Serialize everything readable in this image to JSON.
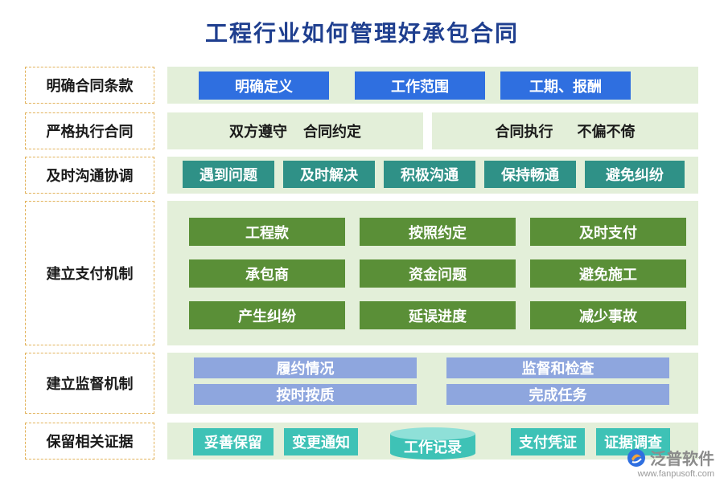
{
  "title": "工程行业如何管理好承包合同",
  "rows": [
    {
      "label": "明确合同条款",
      "items": [
        "明确定义",
        "工作范围",
        "工期、报酬"
      ]
    },
    {
      "label": "严格执行合同",
      "left": {
        "a": "双方遵守",
        "b": "合同约定"
      },
      "right": {
        "a": "合同执行",
        "b": "不偏不倚"
      }
    },
    {
      "label": "及时沟通协调",
      "items": [
        "遇到问题",
        "及时解决",
        "积极沟通",
        "保持畅通",
        "避免纠纷"
      ]
    },
    {
      "label": "建立支付机制",
      "grid": [
        [
          "工程款",
          "按照约定",
          "及时支付"
        ],
        [
          "承包商",
          "资金问题",
          "避免施工"
        ],
        [
          "产生纠纷",
          "延误进度",
          "减少事故"
        ]
      ]
    },
    {
      "label": "建立监督机制",
      "items": [
        "履约情况",
        "监督和检查",
        "按时按质",
        "完成任务"
      ]
    },
    {
      "label": "保留相关证据",
      "items": [
        "妥善保留",
        "变更通知",
        "工作记录",
        "支付凭证",
        "证据调查"
      ]
    }
  ],
  "logo": {
    "name": "泛普软件",
    "url": "www.fanpusoft.com"
  },
  "colors": {
    "title": "#1f3f8f",
    "blue": "#2f6fe0",
    "teal": "#2f9187",
    "green": "#5a8f37",
    "lavender": "#8ea6de",
    "aqua": "#3ec2b6",
    "panel": "#e3efd9",
    "label_border": "#e2b25a"
  }
}
